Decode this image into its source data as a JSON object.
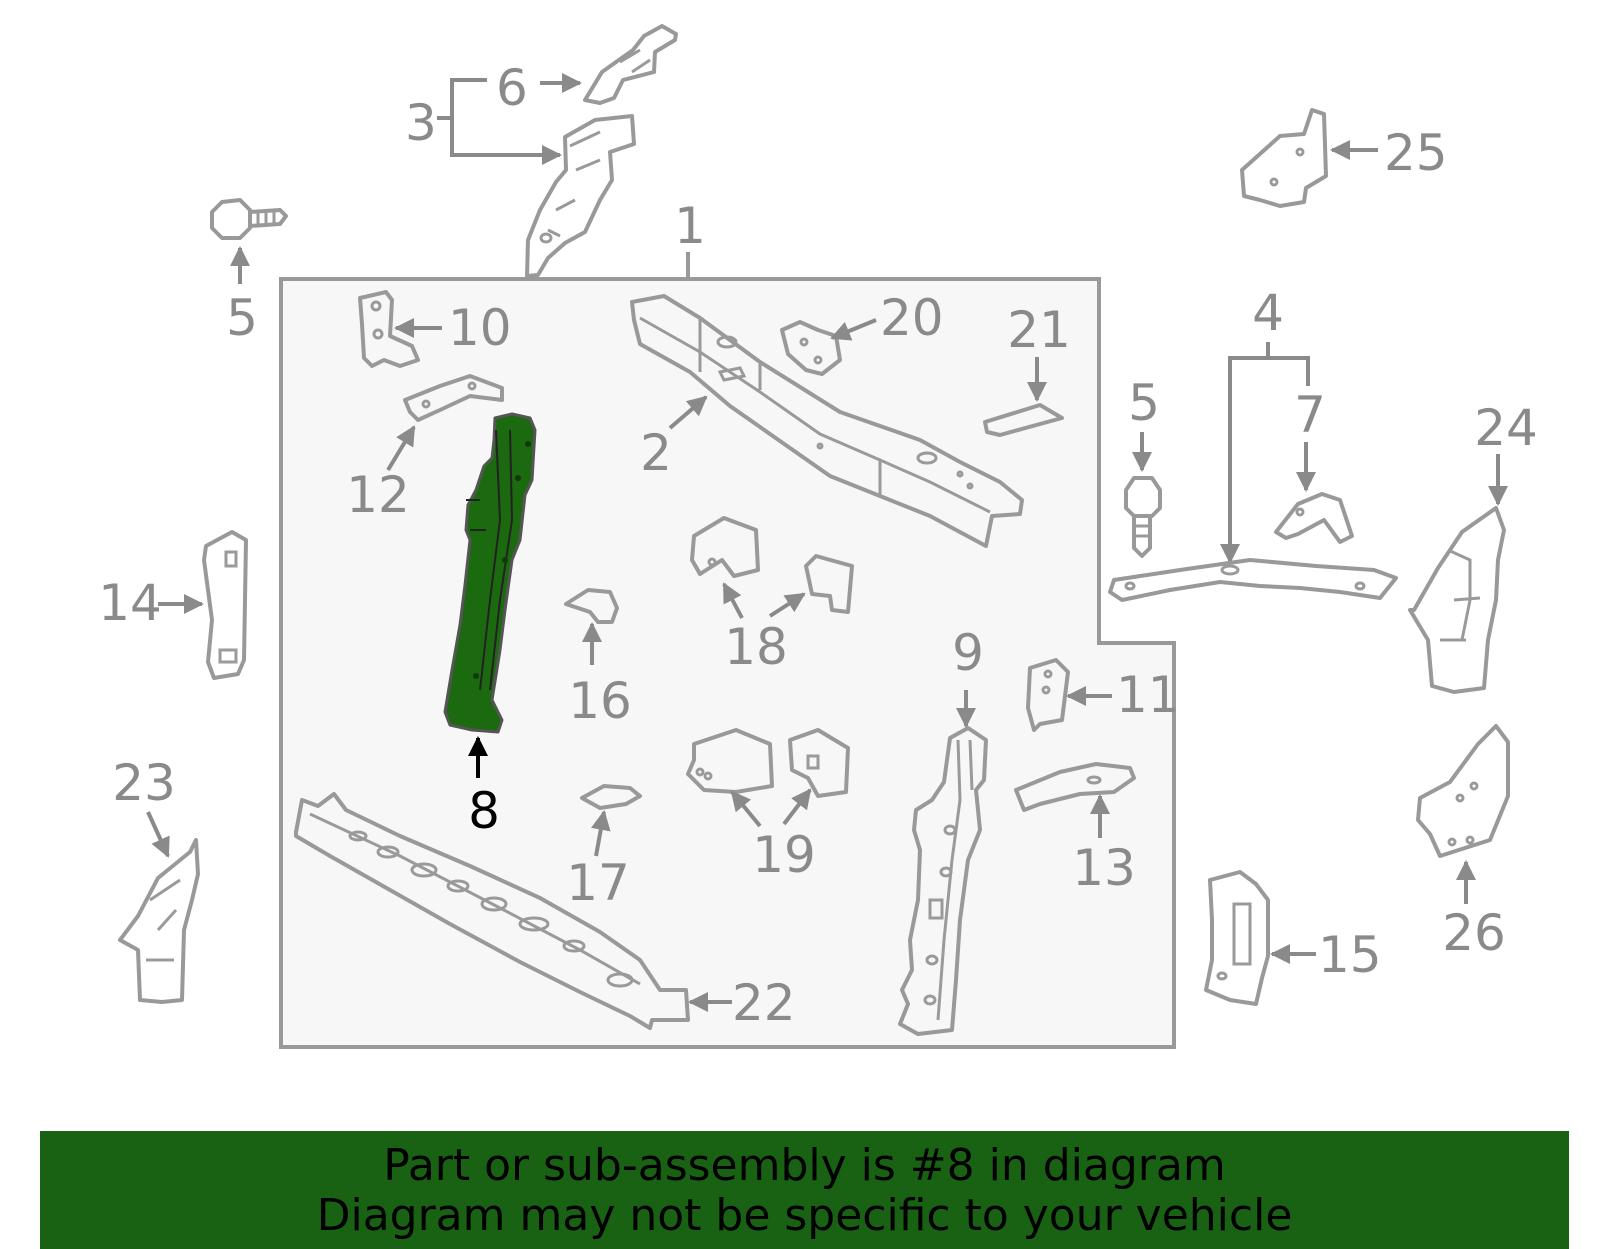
{
  "labels": {
    "p1": "1",
    "p2": "2",
    "p3": "3",
    "p4": "4",
    "p5a": "5",
    "p5b": "5",
    "p6": "6",
    "p7": "7",
    "p8": "8",
    "p9": "9",
    "p10": "10",
    "p11": "11",
    "p12": "12",
    "p13": "13",
    "p14": "14",
    "p15": "15",
    "p16": "16",
    "p17": "17",
    "p18": "18",
    "p19": "19",
    "p20": "20",
    "p21": "21",
    "p22": "22",
    "p23": "23",
    "p24": "24",
    "p25": "25",
    "p26": "26"
  },
  "highlight": {
    "part_number": "8",
    "color": "#1c6a10"
  },
  "colors": {
    "outline": "#999999",
    "label": "#8a8a8a",
    "banner": "#196214",
    "panel": "#f7f7f7"
  },
  "banner": {
    "line1": "Part or sub-assembly is #8 in diagram",
    "line2": "Diagram may not be specific to your vehicle"
  }
}
